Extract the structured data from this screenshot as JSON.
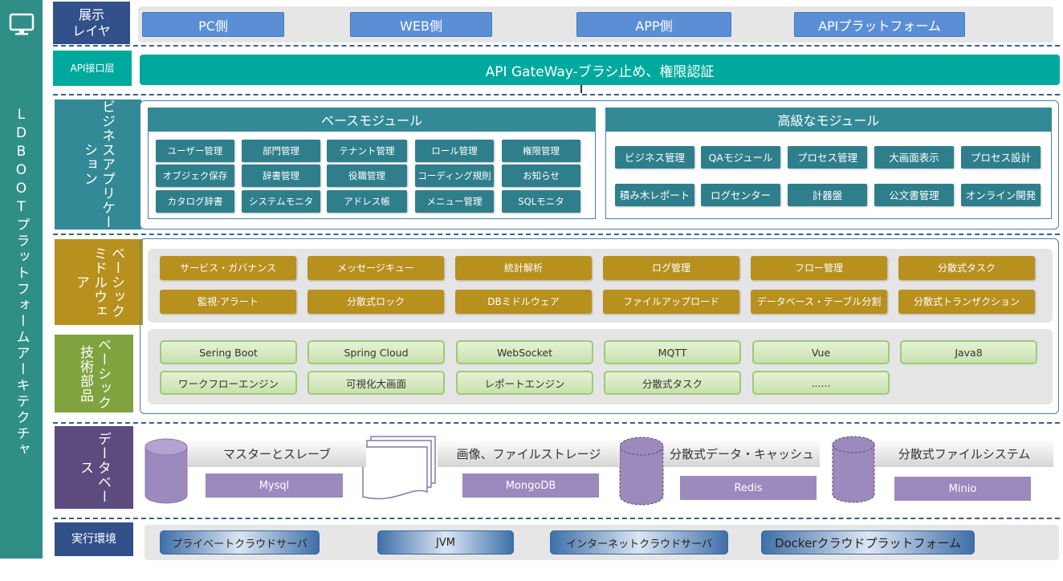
{
  "platform": {
    "title": "LDBOOTプラットフォームアーキテクチャ",
    "icon": "monitor-icon"
  },
  "colors": {
    "teal": "#2f8f87",
    "blue": "#5b8fd5",
    "business": "#2e7f8b",
    "middleware": "#b8901e",
    "tech": "#8aad4a",
    "data": "#5d4a7e",
    "runtime": "#32508a"
  },
  "display": {
    "label": "展示\nレイヤ",
    "items": [
      "PC側",
      "WEB側",
      "APP側",
      "APIプラットフォーム"
    ]
  },
  "api": {
    "label": "API接口层",
    "gateway": "API GateWay-ブラシ止め、権限認証"
  },
  "business": {
    "label": "ビジネスアプリケーション",
    "base": {
      "title": "ベースモジュール",
      "items": [
        "ユーザー管理",
        "部門管理",
        "テナント管理",
        "ロール管理",
        "権限管理",
        "オブジェク保存",
        "辞書管理",
        "役職管理",
        "コーディング規則",
        "お知らせ",
        "カタログ辞書",
        "システムモニタ",
        "アドレス帳",
        "メニュー管理",
        "SQLモニタ"
      ]
    },
    "advanced": {
      "title": "高級なモジュール",
      "items": [
        "ビジネス管理",
        "QAモジュール",
        "プロセス管理",
        "大画面表示",
        "プロセス設計",
        "積み木レポート",
        "ログセンター",
        "計器盤",
        "公文書管理",
        "オンライン開発"
      ]
    }
  },
  "middleware": {
    "label": "ベーシックミドルウェア",
    "items": [
      "サービス・ガバナンス",
      "メッセージキュー",
      "統計解析",
      "ログ管理",
      "フロー管理",
      "分散式タスク",
      "監視·アラート",
      "分散式ロック",
      "DBミドルウェア",
      "ファイルアップロード",
      "データベース・テーブル分割",
      "分散式トランザクション"
    ]
  },
  "tech": {
    "label": "ベーシック技術部品",
    "items": [
      "Sering Boot",
      "Spring Cloud",
      "WebSocket",
      "MQTT",
      "Vue",
      "Java8",
      "ワークフローエンジン",
      "可視化大画面",
      "レポートエンジン",
      "分散式タスク",
      "......"
    ]
  },
  "data": {
    "label": "データベース",
    "groups": [
      {
        "title": "マスターとスレーブ",
        "tech": "Mysql"
      },
      {
        "title": "画像、ファイルストレージ",
        "tech": "MongoDB"
      },
      {
        "title": "分散式データ・キャッシュ",
        "tech": "Redis"
      },
      {
        "title": "分散式ファイルシステム",
        "tech": "Minio"
      }
    ]
  },
  "runtime": {
    "label": "実行環境",
    "items": [
      "プライベートクラウドサーバ",
      "JVM",
      "インターネットクラウドサーバ",
      "Dockerクラウドプラットフォーム"
    ]
  }
}
